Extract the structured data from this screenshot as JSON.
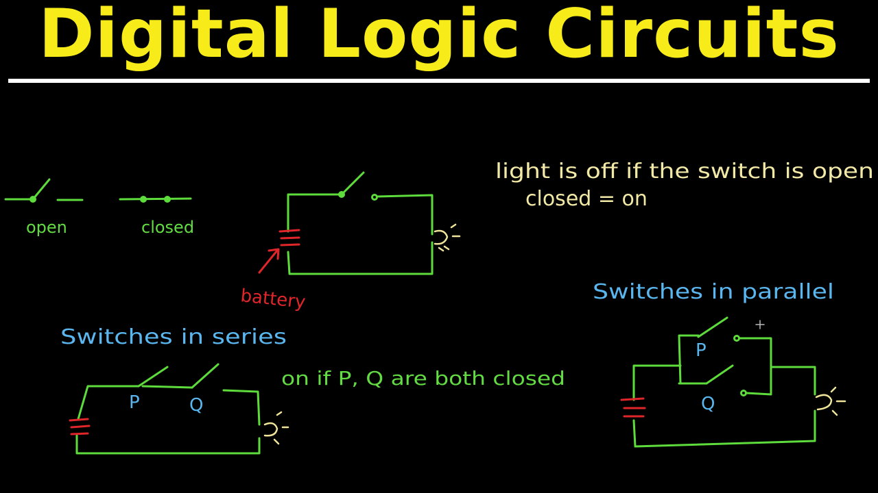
{
  "title": "Digital Logic Circuits",
  "labels": {
    "open": "open",
    "closed": "closed",
    "battery": "battery",
    "light_note_line1": "light is off if the switch is open",
    "light_note_line2": "closed = on",
    "series_heading": "Switches in series",
    "series_note": "on if P, Q are both closed",
    "parallel_heading": "Switches in parallel",
    "switch_p": "P",
    "switch_q": "Q"
  },
  "colors": {
    "title": "#f7ec1a",
    "wire": "#5ddc3c",
    "battery": "#e0262a",
    "bulb": "#efe49a",
    "note": "#f2e9a6",
    "heading": "#5ab6ee",
    "chalk_green": "#63db43"
  }
}
